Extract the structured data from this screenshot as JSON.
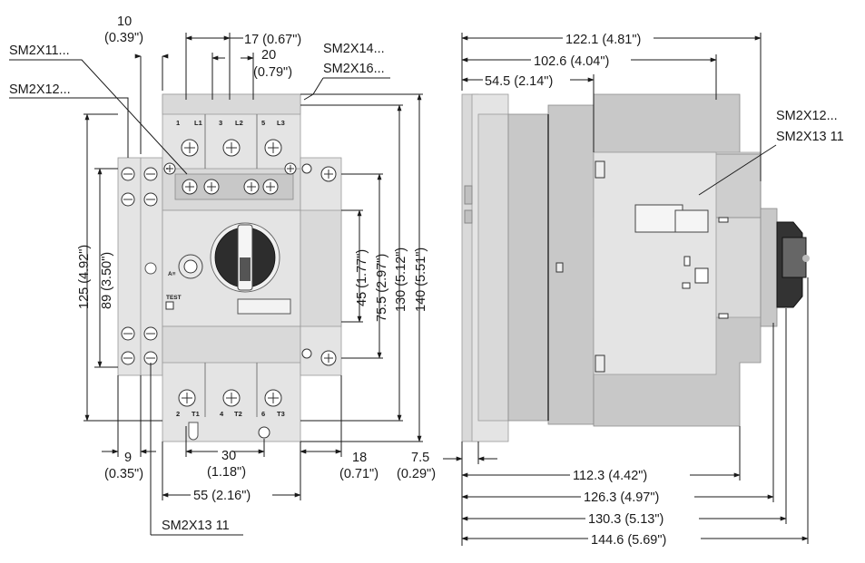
{
  "labels": {
    "sm2x11": "SM2X11...",
    "sm2x12_left": "SM2X12...",
    "sm2x14": "SM2X14...",
    "sm2x16": "SM2X16...",
    "sm2x12_right": "SM2X12...",
    "sm2x13_right": "SM2X13 11",
    "sm2x13_bottom": "SM2X13 11"
  },
  "front_view": {
    "dims": {
      "top_10_mm": "10",
      "top_10_in": "(0.39\")",
      "top_17": "17 (0.67\")",
      "top_20_mm": "20",
      "top_20_in": "(0.79\")",
      "h_125": "125 (4.92\")",
      "h_89": "89 (3.50\")",
      "h_45": "45 (1.77\")",
      "h_75_5": "75.5 (2.97\")",
      "h_130": "130 (5.12\")",
      "h_140": "140 (5.51\")",
      "w_9_mm": "9",
      "w_9_in": "(0.35\")",
      "w_30_mm": "30",
      "w_30_in": "(1.18\")",
      "w_18_mm": "18",
      "w_18_in": "(0.71\")",
      "w_55": "55 (2.16\")"
    },
    "terminals_top": [
      "1",
      "L1",
      "3",
      "L2",
      "5",
      "L3"
    ],
    "terminals_bottom": [
      "2",
      "T1",
      "4",
      "T2",
      "6",
      "T3"
    ],
    "test_label": "TEST"
  },
  "side_view": {
    "dims": {
      "d_122_1": "122.1 (4.81\")",
      "d_102_6": "102.6 (4.04\")",
      "d_54_5": "54.5 (2.14\")",
      "d_7_5_mm": "7.5",
      "d_7_5_in": "(0.29\")",
      "d_112_3": "112.3 (4.42\")",
      "d_126_3": "126.3 (4.97\")",
      "d_130_3": "130.3 (5.13\")",
      "d_144_6": "144.6 (5.69\")"
    }
  }
}
